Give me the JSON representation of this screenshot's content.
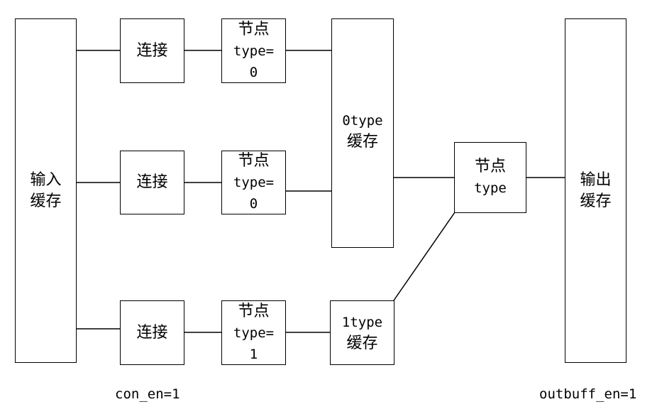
{
  "input_buffer": {
    "line1": "输入",
    "line2": "缓存"
  },
  "connect_label": "连接",
  "node0_top": {
    "line1": "节点",
    "line2": "type=",
    "line3": "0"
  },
  "node0_mid": {
    "line1": "节点",
    "line2": "type=",
    "line3": "0"
  },
  "node1_bot": {
    "line1": "节点",
    "line2": "type=",
    "line3": "1"
  },
  "type0_buffer": {
    "line1": "0type",
    "line2": "缓存"
  },
  "type1_buffer": {
    "line1": "1type",
    "line2": "缓存"
  },
  "node_type": {
    "line1": "节点",
    "line2": "type"
  },
  "output_buffer": {
    "line1": "输出",
    "line2": "缓存"
  },
  "con_en_label": "con_en=1",
  "outbuff_en_label": "outbuff_en=1"
}
